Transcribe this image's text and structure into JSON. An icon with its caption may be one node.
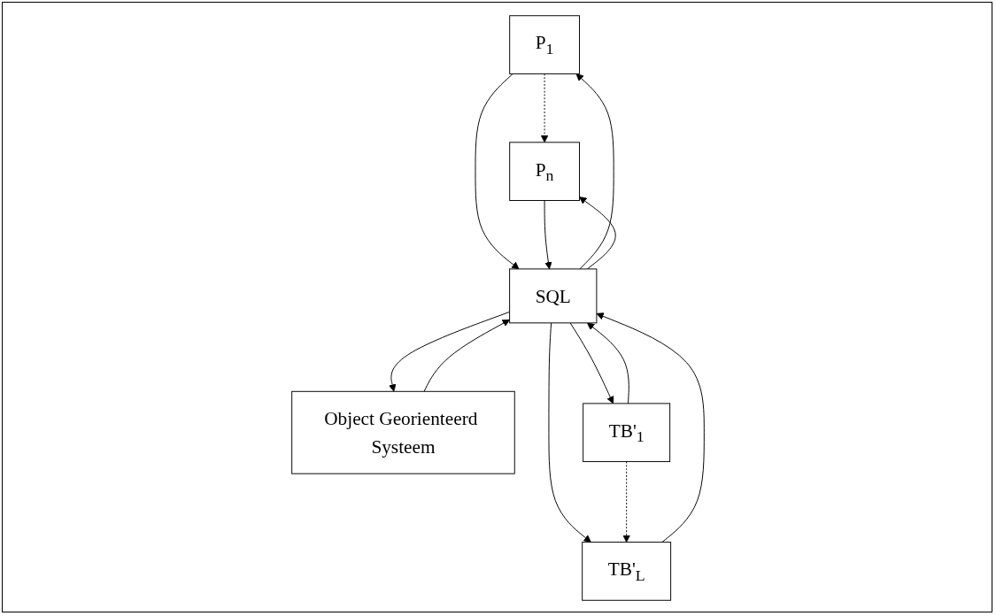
{
  "diagram": {
    "nodes": [
      {
        "text": [
          "P$_{1}$"
        ]
      },
      {
        "text": [
          "P$_{n}$"
        ]
      },
      {
        "text": [
          "Object Georienteerd Systeem"
        ]
      },
      {
        "text": [
          "SQL"
        ]
      },
      {
        "text": [
          "TB'$_{1}$"
        ]
      },
      {
        "text": [
          "TB'$_{L}$"
        ]
      }
    ],
    "edges": [
      {
        "from": 0,
        "to": 1,
        "arrow": "to",
        "style": "dashed"
      },
      {
        "from": 0,
        "to": 3,
        "arrow": "to"
      },
      {
        "from": 3,
        "to": 0,
        "arrow": "to"
      },
      {
        "from": 3,
        "to": 1,
        "arrow": "to"
      },
      {
        "from": 1,
        "to": 3,
        "arrow": "to"
      },
      {
        "from": 3,
        "to": 2,
        "arrow": "to"
      },
      {
        "from": 2,
        "to": 3,
        "arrow": "to"
      },
      {
        "from": 4,
        "to": 3,
        "arrow": "to"
      },
      {
        "from": 3,
        "to": 4,
        "arrow": "to"
      },
      {
        "from": 5,
        "to": 3,
        "arrow": "to"
      },
      {
        "from": 3,
        "to": 5,
        "arrow": "to"
      },
      {
        "from": 4,
        "to": 5,
        "arrow": "to",
        "style": "dashed"
      }
    ]
  }
}
